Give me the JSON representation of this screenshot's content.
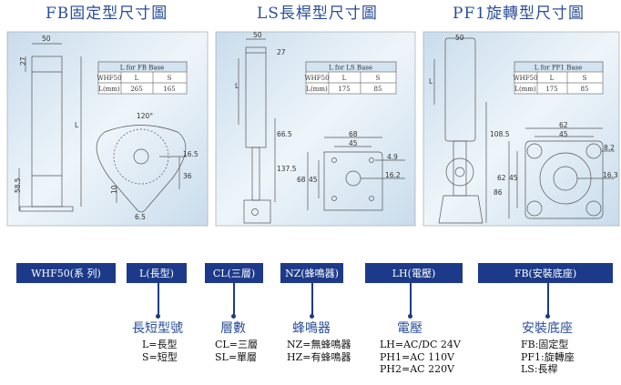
{
  "titles": [
    "FB固定型尺寸圖",
    "LS長桿型尺寸圖",
    "PF1旋轉型尺寸圖"
  ],
  "panels": [
    {
      "table": {
        "title": "L for FB Base",
        "header": [
          "WHF50",
          "L",
          "S"
        ],
        "row": [
          "L(mm)",
          "265",
          "165"
        ]
      },
      "dims": {
        "width": "50",
        "top": "27",
        "length": "L",
        "bottom": "58.5",
        "angle": "120°",
        "d1": "16.5",
        "d2": "36",
        "d3": "10",
        "d4": "6.5"
      }
    },
    {
      "table": {
        "title": "L for LS Base",
        "header": [
          "WHF50",
          "L",
          "S"
        ],
        "row": [
          "L(mm)",
          "175",
          "85"
        ]
      },
      "dims": {
        "width": "50",
        "top": "27",
        "length": "L",
        "d1": "66.5",
        "d2": "137.5",
        "plate_w": "68",
        "hole_w": "45",
        "plate_h": "68",
        "hole_h": "45",
        "hole_d": "4.9",
        "center_d": "16.2"
      }
    },
    {
      "table": {
        "title": "L for PF1 Base",
        "header": [
          "WHF50",
          "L",
          "S"
        ],
        "row": [
          "L(mm)",
          "175",
          "85"
        ]
      },
      "dims": {
        "width": "50",
        "length": "L",
        "d1": "108.5",
        "d2": "86",
        "plate_w": "62",
        "hole_w": "45",
        "plate_h": "62",
        "hole_h": "45",
        "hole_d": "8.2",
        "center_d": "16.3"
      }
    }
  ],
  "model": {
    "series": "WHF50(系 列)",
    "boxes": [
      "L(長型)",
      "CL(三層)",
      "NZ(蜂鳴器)",
      "LH(電壓)",
      "FB(安裝底座)"
    ],
    "groups": [
      {
        "heading": "長短型號",
        "items": [
          "L=長型",
          "S=短型"
        ]
      },
      {
        "heading": "層數",
        "items": [
          "CL=三層",
          "SL=單層"
        ]
      },
      {
        "heading": "蜂鳴器",
        "items": [
          "NZ=無蜂鳴器",
          "HZ=有蜂鳴器"
        ]
      },
      {
        "heading": "電壓",
        "items": [
          "LH=AC/DC 24V",
          "PH1=AC 110V",
          "PH2=AC 220V"
        ]
      },
      {
        "heading": "安裝底座",
        "items": [
          "FB:固定型",
          "PF1:旋轉座",
          "LS:長桿"
        ]
      }
    ]
  },
  "colors": {
    "box": "#1d3a8a",
    "heading": "#2a4e9a",
    "panel_bg": "#dceaf4"
  }
}
